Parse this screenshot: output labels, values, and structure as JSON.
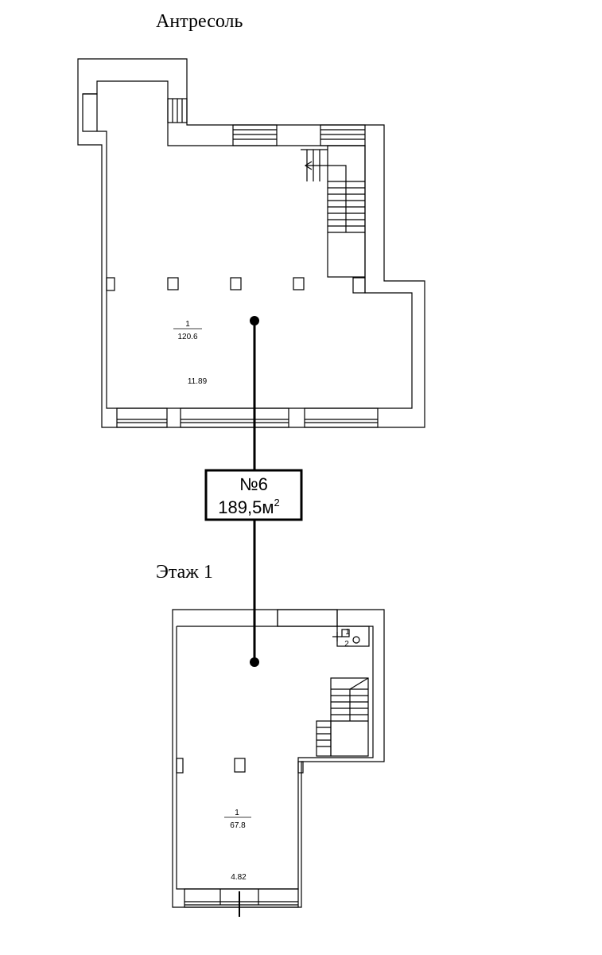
{
  "mezzanine": {
    "title": "Антресоль",
    "room_number": "1",
    "room_area": "120.6",
    "dimension": "11.89"
  },
  "unit": {
    "number": "№6",
    "area": "189,5м",
    "area_sup": "2"
  },
  "floor1": {
    "title": "Этаж 1",
    "room_number": "1",
    "room_area": "67.8",
    "dimension": "4.82",
    "wc_number_a": "1",
    "wc_number_b": "2"
  }
}
